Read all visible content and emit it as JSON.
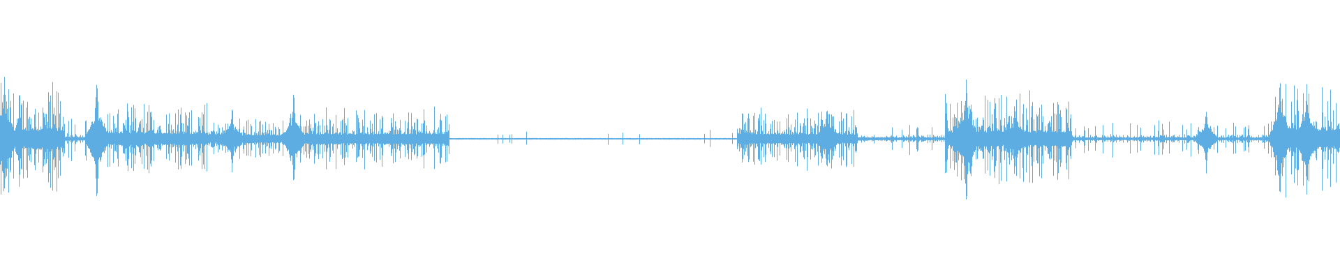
{
  "waveform": {
    "color": "#5DADE2",
    "background": "#ffffff",
    "segments": [
      {
        "start": 0.0,
        "end": 0.048,
        "level": 0.55,
        "density": "high"
      },
      {
        "start": 0.048,
        "end": 0.07,
        "level": 0.1,
        "density": "low"
      },
      {
        "start": 0.07,
        "end": 0.155,
        "level": 0.35,
        "density": "high"
      },
      {
        "start": 0.155,
        "end": 0.215,
        "level": 0.25,
        "density": "medium"
      },
      {
        "start": 0.215,
        "end": 0.335,
        "level": 0.3,
        "density": "high"
      },
      {
        "start": 0.335,
        "end": 0.55,
        "level": 0.02,
        "density": "flat"
      },
      {
        "start": 0.55,
        "end": 0.64,
        "level": 0.3,
        "density": "high"
      },
      {
        "start": 0.64,
        "end": 0.705,
        "level": 0.08,
        "density": "low"
      },
      {
        "start": 0.705,
        "end": 0.8,
        "level": 0.45,
        "density": "high"
      },
      {
        "start": 0.8,
        "end": 0.95,
        "level": 0.08,
        "density": "low"
      },
      {
        "start": 0.95,
        "end": 1.0,
        "level": 0.55,
        "density": "high"
      }
    ],
    "peaks": [
      {
        "at": 0.003,
        "level": 0.95
      },
      {
        "at": 0.072,
        "level": 1.0
      },
      {
        "at": 0.173,
        "level": 0.5
      },
      {
        "at": 0.219,
        "level": 0.7
      },
      {
        "at": 0.617,
        "level": 0.55
      },
      {
        "at": 0.721,
        "level": 1.0
      },
      {
        "at": 0.757,
        "level": 0.5
      },
      {
        "at": 0.9,
        "level": 0.5
      },
      {
        "at": 0.955,
        "level": 0.9
      },
      {
        "at": 0.975,
        "level": 0.85
      }
    ]
  }
}
